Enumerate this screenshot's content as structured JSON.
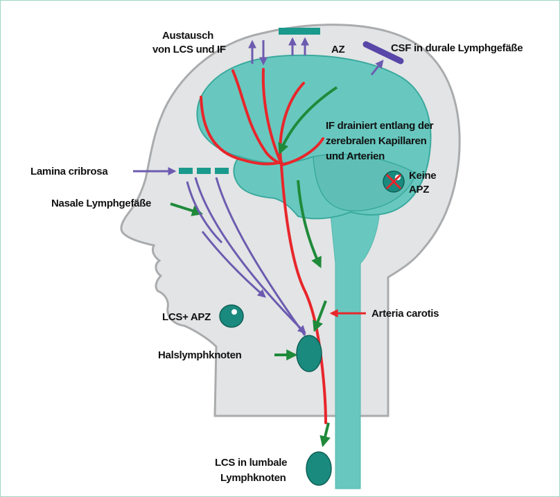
{
  "labels": {
    "exchange_line1": "Austausch",
    "exchange_line2": "von LCS und IF",
    "az": "AZ",
    "csf_dural": "CSF in durale Lymphgefäße",
    "if_line1": "IF drainiert entlang der",
    "if_line2": "zerebralen Kapillaren",
    "if_line3": "und Arterien",
    "keine_line1": "Keine",
    "keine_line2": "APZ",
    "lamina": "Lamina cribrosa",
    "nasal": "Nasale Lymphgefäße",
    "lcs_apz": "LCS+ APZ",
    "arteria": "Arteria carotis",
    "hals": "Halslymphknoten",
    "lumbal_line1": "LCS in lumbale",
    "lumbal_line2": "Lymphknoten"
  },
  "colors": {
    "head_fill": "#e2e4e5",
    "head_stroke": "#a9abad",
    "brain": "#68c8bf",
    "brain_dark": "#1f9b90",
    "node": "#1a8a7e",
    "artery": "#e8262b",
    "green_arrow": "#1f8a3a",
    "purple": "#6c5bb0",
    "cross": "#e8262b"
  }
}
